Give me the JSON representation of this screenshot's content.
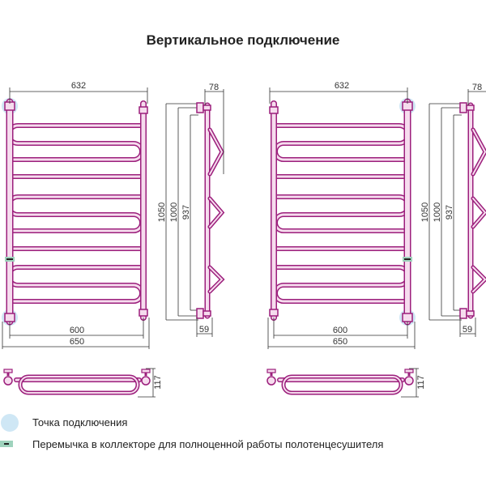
{
  "title": "Вертикальное подключение",
  "drawings": [
    {
      "connection_side": "left",
      "width_top": "632",
      "width_inner": "600",
      "width_outer": "650",
      "depth": "78",
      "offset": "59",
      "height_total": "1050",
      "height_axis": "1000",
      "height_inner": "937",
      "depth_bottom": "117"
    },
    {
      "connection_side": "right",
      "width_top": "632",
      "width_inner": "600",
      "width_outer": "650",
      "depth": "78",
      "offset": "59",
      "height_total": "1050",
      "height_axis": "1000",
      "height_inner": "937",
      "depth_bottom": "117"
    }
  ],
  "legend": [
    {
      "label": "Точка подключения",
      "color": "#cfe7f5"
    },
    {
      "label": "Перемычка в коллекторе для полноценной работы полотенцесушителя",
      "color": "#9fd3bd"
    }
  ],
  "colors": {
    "pipe_outline": "#9c1f7c",
    "pipe_fill": "#f6dcee",
    "dimension": "#333333"
  }
}
